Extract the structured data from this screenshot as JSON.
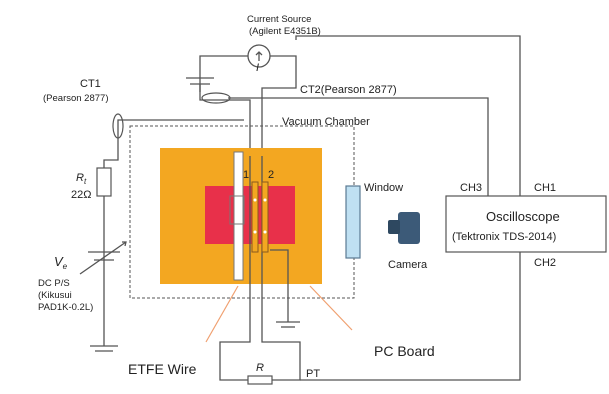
{
  "labels": {
    "current_source_line1": "Current Source",
    "current_source_line2": "(Agilent E4351B)",
    "current_symbol": "I",
    "ct1_line1": "CT1",
    "ct1_line2": "(Pearson 2877)",
    "ct2": "CT2(Pearson 2877)",
    "vacuum_chamber": "Vacuum Chamber",
    "resistor_symbol": "R",
    "resistor_sub": "t",
    "resistor_value": "22Ω",
    "voltage_symbol": "V",
    "voltage_sub": "e",
    "dc_ps_line1": "DC P/S",
    "dc_ps_line2": "(Kikusui",
    "dc_ps_line3": "PAD1K-0.2L)",
    "wire1": "1",
    "wire2": "2",
    "window": "Window",
    "camera": "Camera",
    "ch3": "CH3",
    "ch1": "CH1",
    "ch2": "CH2",
    "oscilloscope_line1": "Oscilloscope",
    "oscilloscope_line2": "(Tektronix TDS-2014)",
    "pc_board": "PC Board",
    "etfe_wire": "ETFE Wire",
    "r_bottom": "R",
    "pt": "PT"
  },
  "colors": {
    "pc_board": "#f3a721",
    "red_region": "#e8304a",
    "window": "#bfe0f2",
    "camera": "#3c5a78",
    "pointer": "#f0a070",
    "wire": "#555555"
  }
}
